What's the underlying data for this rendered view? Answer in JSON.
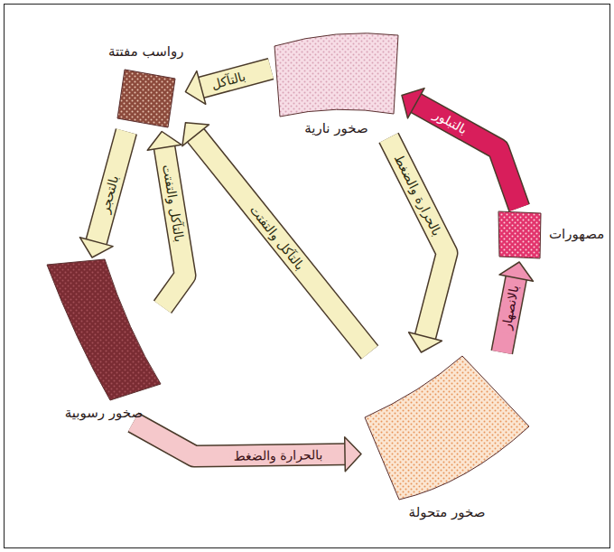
{
  "diagram": {
    "nodes": [
      {
        "text": [
          "صخور نارية"
        ]
      },
      {
        "text": [
          "رواسب مفتتة"
        ]
      },
      {
        "text": [
          "صخور رسوبية"
        ]
      },
      {
        "text": [
          "صخور متحولة"
        ]
      },
      {
        "text": [
          "مصهورات"
        ]
      }
    ],
    "edges": [
      {
        "from": 0,
        "to": 1,
        "label": "بالتآكل",
        "arrow": "to"
      },
      {
        "from": 1,
        "to": 2,
        "label": "بالتحجر",
        "arrow": "to"
      },
      {
        "from": 2,
        "to": 3,
        "label": "بالحرارة والضغط",
        "arrow": "to"
      },
      {
        "from": 3,
        "to": 4,
        "label": "بالانصهار",
        "arrow": "to"
      },
      {
        "from": 4,
        "to": 0,
        "label": "بالتبلور",
        "arrow": "to"
      },
      {
        "from": 0,
        "to": 3,
        "label": "بالحرارة والضغط",
        "arrow": "to"
      },
      {
        "from": 3,
        "to": 1,
        "label": "بالتآكل والتفتت",
        "arrow": "to"
      },
      {
        "from": 2,
        "to": 1,
        "label": "بالتآكل والتفتت",
        "arrow": "to"
      }
    ]
  }
}
